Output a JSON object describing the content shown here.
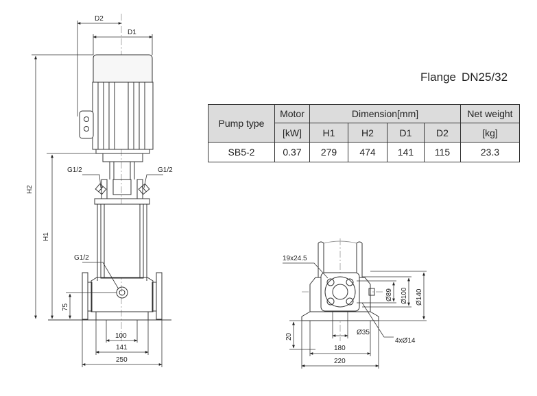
{
  "flange": {
    "label": "Flange",
    "value": "DN25/32"
  },
  "table": {
    "header": {
      "pump_type": "Pump type",
      "motor": "Motor",
      "motor_unit": "[kW]",
      "dimension": "Dimension[mm]",
      "h1": "H1",
      "h2": "H2",
      "d1": "D1",
      "d2": "D2",
      "net_weight": "Net weight",
      "weight_unit": "[kg]"
    },
    "rows": [
      {
        "pump_type": "SB5-2",
        "motor": "0.37",
        "h1": "279",
        "h2": "474",
        "d1": "141",
        "d2": "115",
        "weight": "23.3"
      }
    ]
  },
  "side_view": {
    "d2": "D2",
    "d1": "D1",
    "h2": "H2",
    "h1": "H1",
    "g_left": "G1/2",
    "g_right": "G1/2",
    "g_bottom": "G1/2",
    "d75": "75",
    "d100": "100",
    "d141": "141",
    "d250": "250"
  },
  "base_view": {
    "slot": "19x24.5",
    "d89": "Ø89",
    "d100": "Ø100",
    "d140": "Ø140",
    "d35": "Ø35",
    "holes": "4xØ14",
    "d20": "20",
    "d180": "180",
    "d220": "220"
  }
}
